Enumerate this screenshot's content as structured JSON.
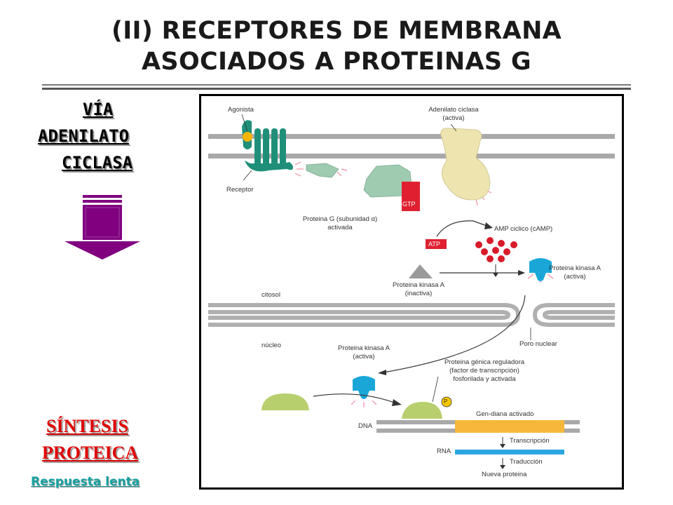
{
  "title": {
    "line1": "(II) RECEPTORES DE MEMBRANA",
    "line2": "ASOCIADOS A PROTEINAS G"
  },
  "sidebar": {
    "pathway_line1": "VÍA",
    "pathway_line2": "ADENILATO",
    "pathway_line3": "CICLASA",
    "result_line1": "SÍNTESIS",
    "result_line2": "PROTEICA",
    "response_link": "Respuesta lenta",
    "arrow_color": "#800080"
  },
  "diagram": {
    "agonist": "Agonista",
    "receptor": "Receptor",
    "adenylate_cyclase_line1": "Adenilato ciclasa",
    "adenylate_cyclase_line2": "(activa)",
    "g_protein_line1": "Proteina G (subunidad α)",
    "g_protein_line2": "activada",
    "gtp": "GTP",
    "atp": "ATP",
    "camp": "AMP ciclico (cAMP)",
    "pka_inactive_line1": "Proteina kinasa A",
    "pka_inactive_line2": "(inactiva)",
    "pka_active_right_line1": "Proteina kinasa A",
    "pka_active_right_line2": "(activa)",
    "cytosol": "citosol",
    "nucleus": "núcleo",
    "nuclear_pore": "Poro nuclear",
    "pka_active_nucleus_line1": "Proteina kinasa A",
    "pka_active_nucleus_line2": "(activa)",
    "regulator_line1": "Proteina génica reguladora",
    "regulator_line2": "(factor de transcripción)",
    "regulator_line3": "fosforilada y activada",
    "phosphate": "P",
    "target_gene": "Gen-diana activado",
    "dna": "DNA",
    "transcription": "Transcripción",
    "rna": "RNA",
    "translation": "Traducción",
    "new_protein": "Nueva proteina",
    "colors": {
      "receptor": "#1f8f7a",
      "g_protein": "#9fcbb0",
      "cyclase": "#ede4b0",
      "gtp_atp": "#e02030",
      "camp_dots": "#d81b2a",
      "pka_active": "#1aa7d8",
      "pka_inactive": "#9a9a9a",
      "regulator": "#b7cf6d",
      "gene_highlight": "#f5b83a",
      "rna": "#2aa7e0",
      "membrane": "#a9a9a9"
    }
  }
}
